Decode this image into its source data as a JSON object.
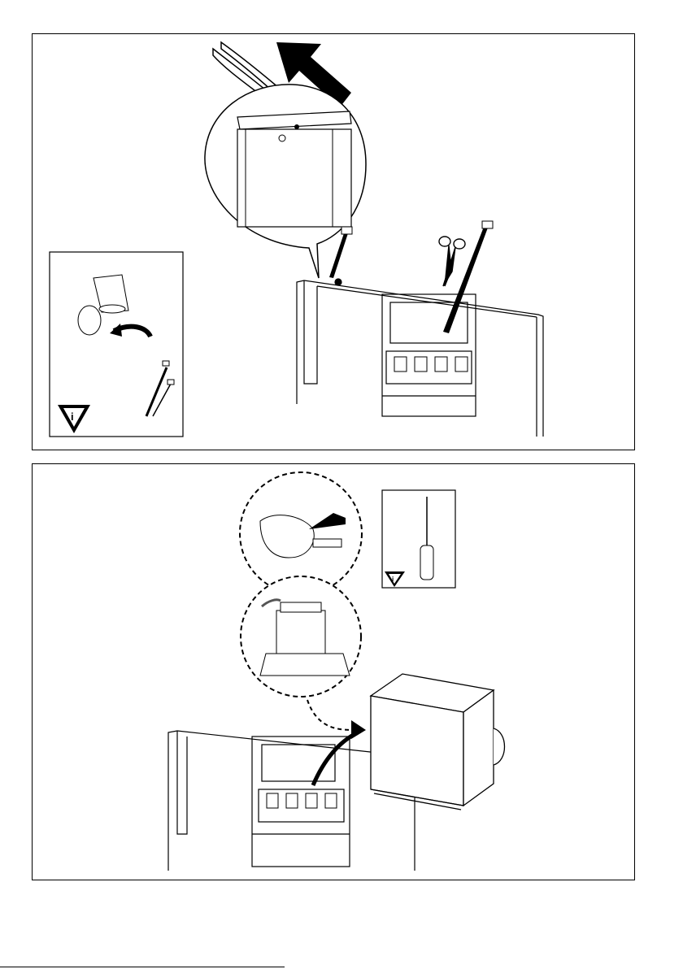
{
  "page": {
    "title": "",
    "footer_mark": "",
    "colors": {
      "ink": "#000000",
      "paper": "#ffffff",
      "grey": "#9a9a9a"
    }
  },
  "panels": [
    {
      "id": "step-1",
      "items": [
        "pliers-icon",
        "arrow-up-left-icon",
        "zoom-bubble",
        "hood-body",
        "cable-ties",
        "scissors-icon",
        "info-box"
      ]
    },
    {
      "id": "step-2",
      "items": [
        "hand-pull-icon",
        "detail-circle-top",
        "detail-circle-bottom",
        "screwdriver-box",
        "motor-box",
        "hood-body"
      ]
    }
  ],
  "icons": {
    "info_warning": "info-triangle-icon",
    "pliers": "pliers-icon",
    "scissors": "scissors-icon",
    "screwdriver": "screwdriver-icon",
    "arrow": "arrow-icon"
  }
}
